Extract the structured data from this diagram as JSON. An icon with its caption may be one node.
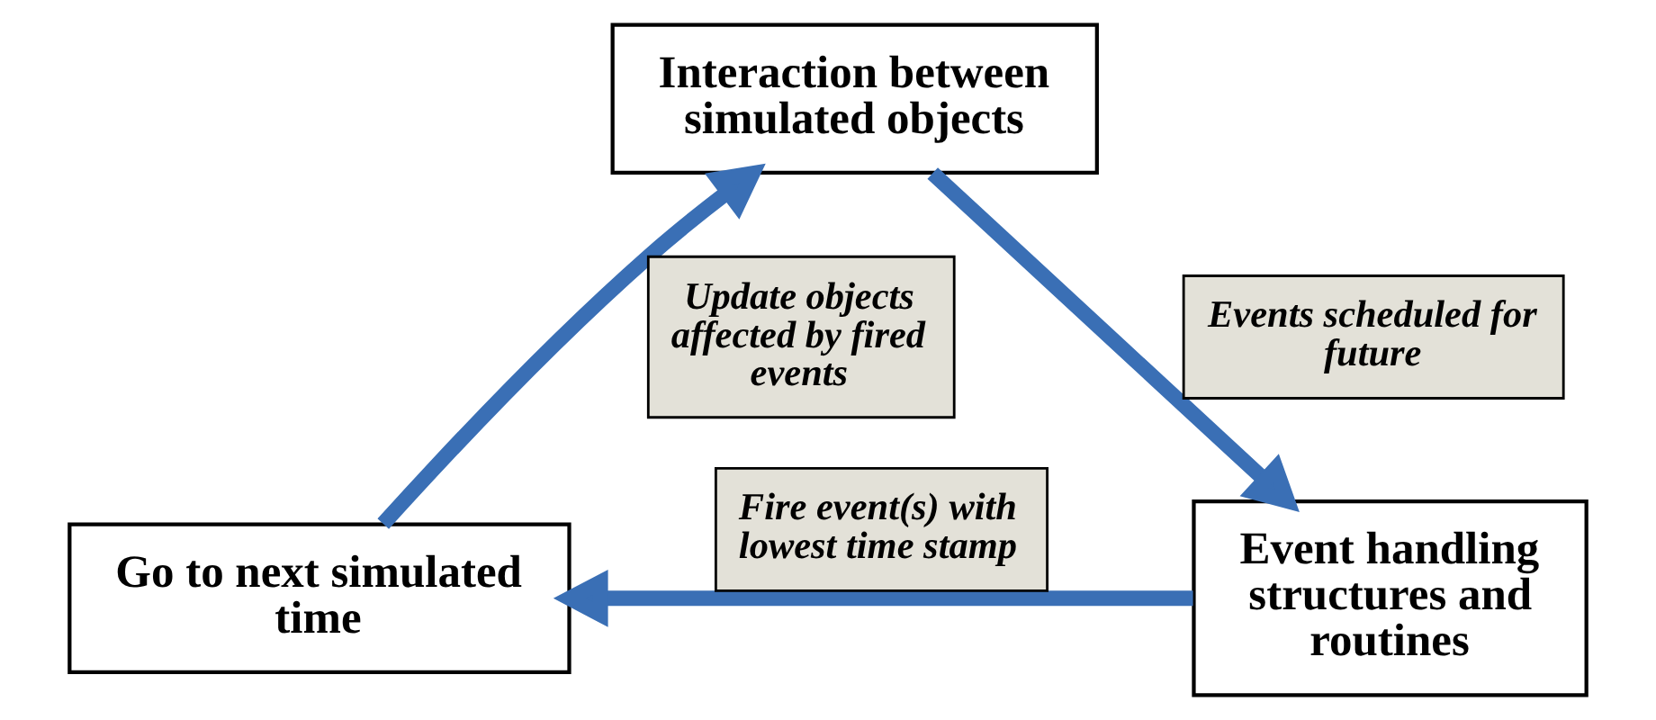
{
  "diagram": {
    "nodes": [
      {
        "text": [
          "Interaction between simulated objects"
        ]
      },
      {
        "text": [
          "Event handling structures and routines"
        ]
      },
      {
        "text": [
          "Go to next simulated time"
        ]
      }
    ],
    "edges": [
      {
        "from": 0,
        "to": 1,
        "arrow": "to",
        "label": "Events scheduled for future"
      },
      {
        "from": 1,
        "to": 2,
        "arrow": "to",
        "label": "Fire event(s) with lowest time stamp"
      },
      {
        "from": 2,
        "to": 0,
        "arrow": "to",
        "label": "Update objects affected by fired events"
      }
    ]
  }
}
